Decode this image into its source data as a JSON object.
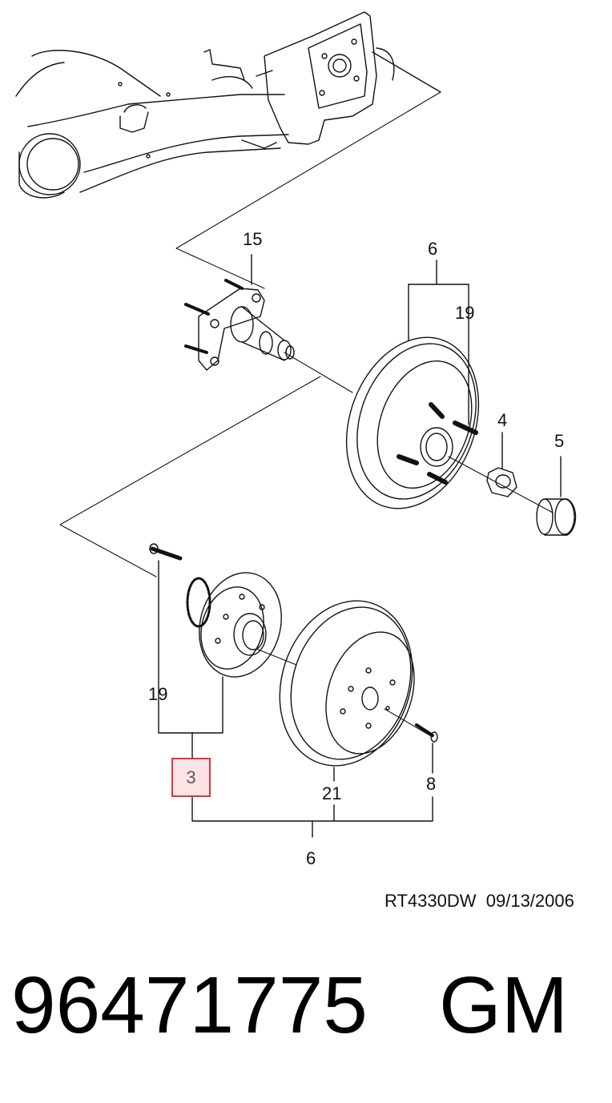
{
  "callouts": {
    "c15": "15",
    "c6_top": "6",
    "c19_top": "19",
    "c4": "4",
    "c5": "5",
    "c19_bottom": "19",
    "c3": "3",
    "c21": "21",
    "c8": "8",
    "c6_bottom": "6"
  },
  "reference": "RT4330DW  09/13/2006",
  "part_number": "96471775",
  "brand": "GM",
  "highlight_color": "#e0343c",
  "highlight_fill": "#fbe3e6"
}
